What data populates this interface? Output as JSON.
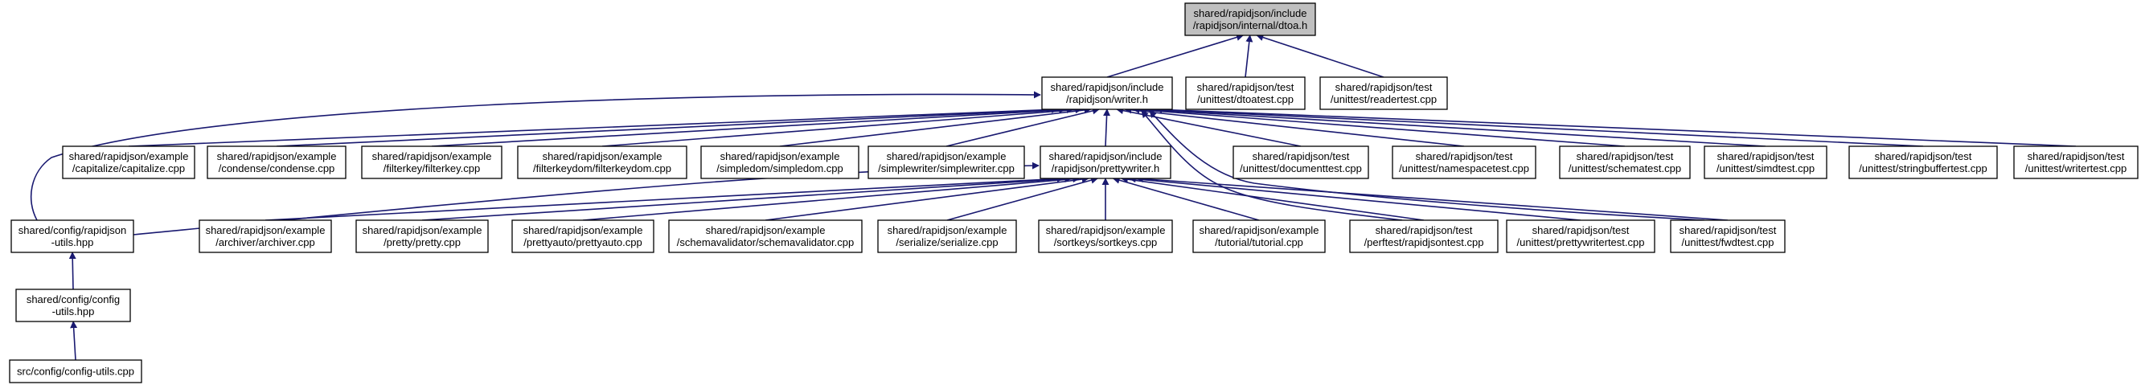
{
  "colors": {
    "edge": "#191970",
    "node_border": "#000000",
    "node_fill": "#ffffff",
    "root_fill": "#bfbfbf"
  },
  "nodes": [
    {
      "id": "dtoa",
      "lines": [
        "shared/rapidjson/include",
        "/rapidjson/internal/dtoa.h"
      ],
      "root": true
    },
    {
      "id": "writer",
      "lines": [
        "shared/rapidjson/include",
        "/rapidjson/writer.h"
      ]
    },
    {
      "id": "dtoatest",
      "lines": [
        "shared/rapidjson/test",
        "/unittest/dtoatest.cpp"
      ]
    },
    {
      "id": "readertest",
      "lines": [
        "shared/rapidjson/test",
        "/unittest/readertest.cpp"
      ]
    },
    {
      "id": "capitalize",
      "lines": [
        "shared/rapidjson/example",
        "/capitalize/capitalize.cpp"
      ]
    },
    {
      "id": "condense",
      "lines": [
        "shared/rapidjson/example",
        "/condense/condense.cpp"
      ]
    },
    {
      "id": "filterkey",
      "lines": [
        "shared/rapidjson/example",
        "/filterkey/filterkey.cpp"
      ]
    },
    {
      "id": "filterkeydom",
      "lines": [
        "shared/rapidjson/example",
        "/filterkeydom/filterkeydom.cpp"
      ]
    },
    {
      "id": "simpledom",
      "lines": [
        "shared/rapidjson/example",
        "/simpledom/simpledom.cpp"
      ]
    },
    {
      "id": "simplewriter",
      "lines": [
        "shared/rapidjson/example",
        "/simplewriter/simplewriter.cpp"
      ]
    },
    {
      "id": "prettywriter",
      "lines": [
        "shared/rapidjson/include",
        "/rapidjson/prettywriter.h"
      ]
    },
    {
      "id": "documenttest",
      "lines": [
        "shared/rapidjson/test",
        "/unittest/documenttest.cpp"
      ]
    },
    {
      "id": "namespacetest",
      "lines": [
        "shared/rapidjson/test",
        "/unittest/namespacetest.cpp"
      ]
    },
    {
      "id": "schematest",
      "lines": [
        "shared/rapidjson/test",
        "/unittest/schematest.cpp"
      ]
    },
    {
      "id": "simdtest",
      "lines": [
        "shared/rapidjson/test",
        "/unittest/simdtest.cpp"
      ]
    },
    {
      "id": "stringbuffertest",
      "lines": [
        "shared/rapidjson/test",
        "/unittest/stringbuffertest.cpp"
      ]
    },
    {
      "id": "writertest",
      "lines": [
        "shared/rapidjson/test",
        "/unittest/writertest.cpp"
      ]
    },
    {
      "id": "rj_utils",
      "lines": [
        "shared/config/rapidjson",
        "-utils.hpp"
      ]
    },
    {
      "id": "archiver",
      "lines": [
        "shared/rapidjson/example",
        "/archiver/archiver.cpp"
      ]
    },
    {
      "id": "pretty",
      "lines": [
        "shared/rapidjson/example",
        "/pretty/pretty.cpp"
      ]
    },
    {
      "id": "prettyauto",
      "lines": [
        "shared/rapidjson/example",
        "/prettyauto/prettyauto.cpp"
      ]
    },
    {
      "id": "schemavalidator",
      "lines": [
        "shared/rapidjson/example",
        "/schemavalidator/schemavalidator.cpp"
      ]
    },
    {
      "id": "serialize",
      "lines": [
        "shared/rapidjson/example",
        "/serialize/serialize.cpp"
      ]
    },
    {
      "id": "sortkeys",
      "lines": [
        "shared/rapidjson/example",
        "/sortkeys/sortkeys.cpp"
      ]
    },
    {
      "id": "tutorial",
      "lines": [
        "shared/rapidjson/example",
        "/tutorial/tutorial.cpp"
      ]
    },
    {
      "id": "rapidjsontest",
      "lines": [
        "shared/rapidjson/test",
        "/perftest/rapidjsontest.cpp"
      ]
    },
    {
      "id": "prettywritertest",
      "lines": [
        "shared/rapidjson/test",
        "/unittest/prettywritertest.cpp"
      ]
    },
    {
      "id": "fwdtest",
      "lines": [
        "shared/rapidjson/test",
        "/unittest/fwdtest.cpp"
      ]
    },
    {
      "id": "config_utils",
      "lines": [
        "shared/config/config",
        "-utils.hpp"
      ]
    },
    {
      "id": "config_utils_cpp",
      "lines": [
        "src/config/config-utils.cpp"
      ]
    }
  ],
  "edges": [
    {
      "from": "writer",
      "to": "dtoa"
    },
    {
      "from": "dtoatest",
      "to": "dtoa"
    },
    {
      "from": "readertest",
      "to": "dtoa"
    },
    {
      "from": "rj_utils",
      "to": "writer"
    },
    {
      "from": "capitalize",
      "to": "writer"
    },
    {
      "from": "condense",
      "to": "writer"
    },
    {
      "from": "filterkey",
      "to": "writer"
    },
    {
      "from": "filterkeydom",
      "to": "writer"
    },
    {
      "from": "simpledom",
      "to": "writer"
    },
    {
      "from": "simplewriter",
      "to": "writer"
    },
    {
      "from": "prettywriter",
      "to": "writer"
    },
    {
      "from": "documenttest",
      "to": "writer"
    },
    {
      "from": "namespacetest",
      "to": "writer"
    },
    {
      "from": "schematest",
      "to": "writer"
    },
    {
      "from": "simdtest",
      "to": "writer"
    },
    {
      "from": "stringbuffertest",
      "to": "writer"
    },
    {
      "from": "writertest",
      "to": "writer"
    },
    {
      "from": "rapidjsontest",
      "to": "writer"
    },
    {
      "from": "fwdtest",
      "to": "writer"
    },
    {
      "from": "rj_utils",
      "to": "prettywriter"
    },
    {
      "from": "archiver",
      "to": "prettywriter"
    },
    {
      "from": "pretty",
      "to": "prettywriter"
    },
    {
      "from": "prettyauto",
      "to": "prettywriter"
    },
    {
      "from": "schemavalidator",
      "to": "prettywriter"
    },
    {
      "from": "serialize",
      "to": "prettywriter"
    },
    {
      "from": "sortkeys",
      "to": "prettywriter"
    },
    {
      "from": "tutorial",
      "to": "prettywriter"
    },
    {
      "from": "rapidjsontest",
      "to": "prettywriter"
    },
    {
      "from": "prettywritertest",
      "to": "prettywriter"
    },
    {
      "from": "fwdtest",
      "to": "prettywriter"
    },
    {
      "from": "config_utils",
      "to": "rj_utils"
    },
    {
      "from": "config_utils_cpp",
      "to": "config_utils"
    }
  ]
}
